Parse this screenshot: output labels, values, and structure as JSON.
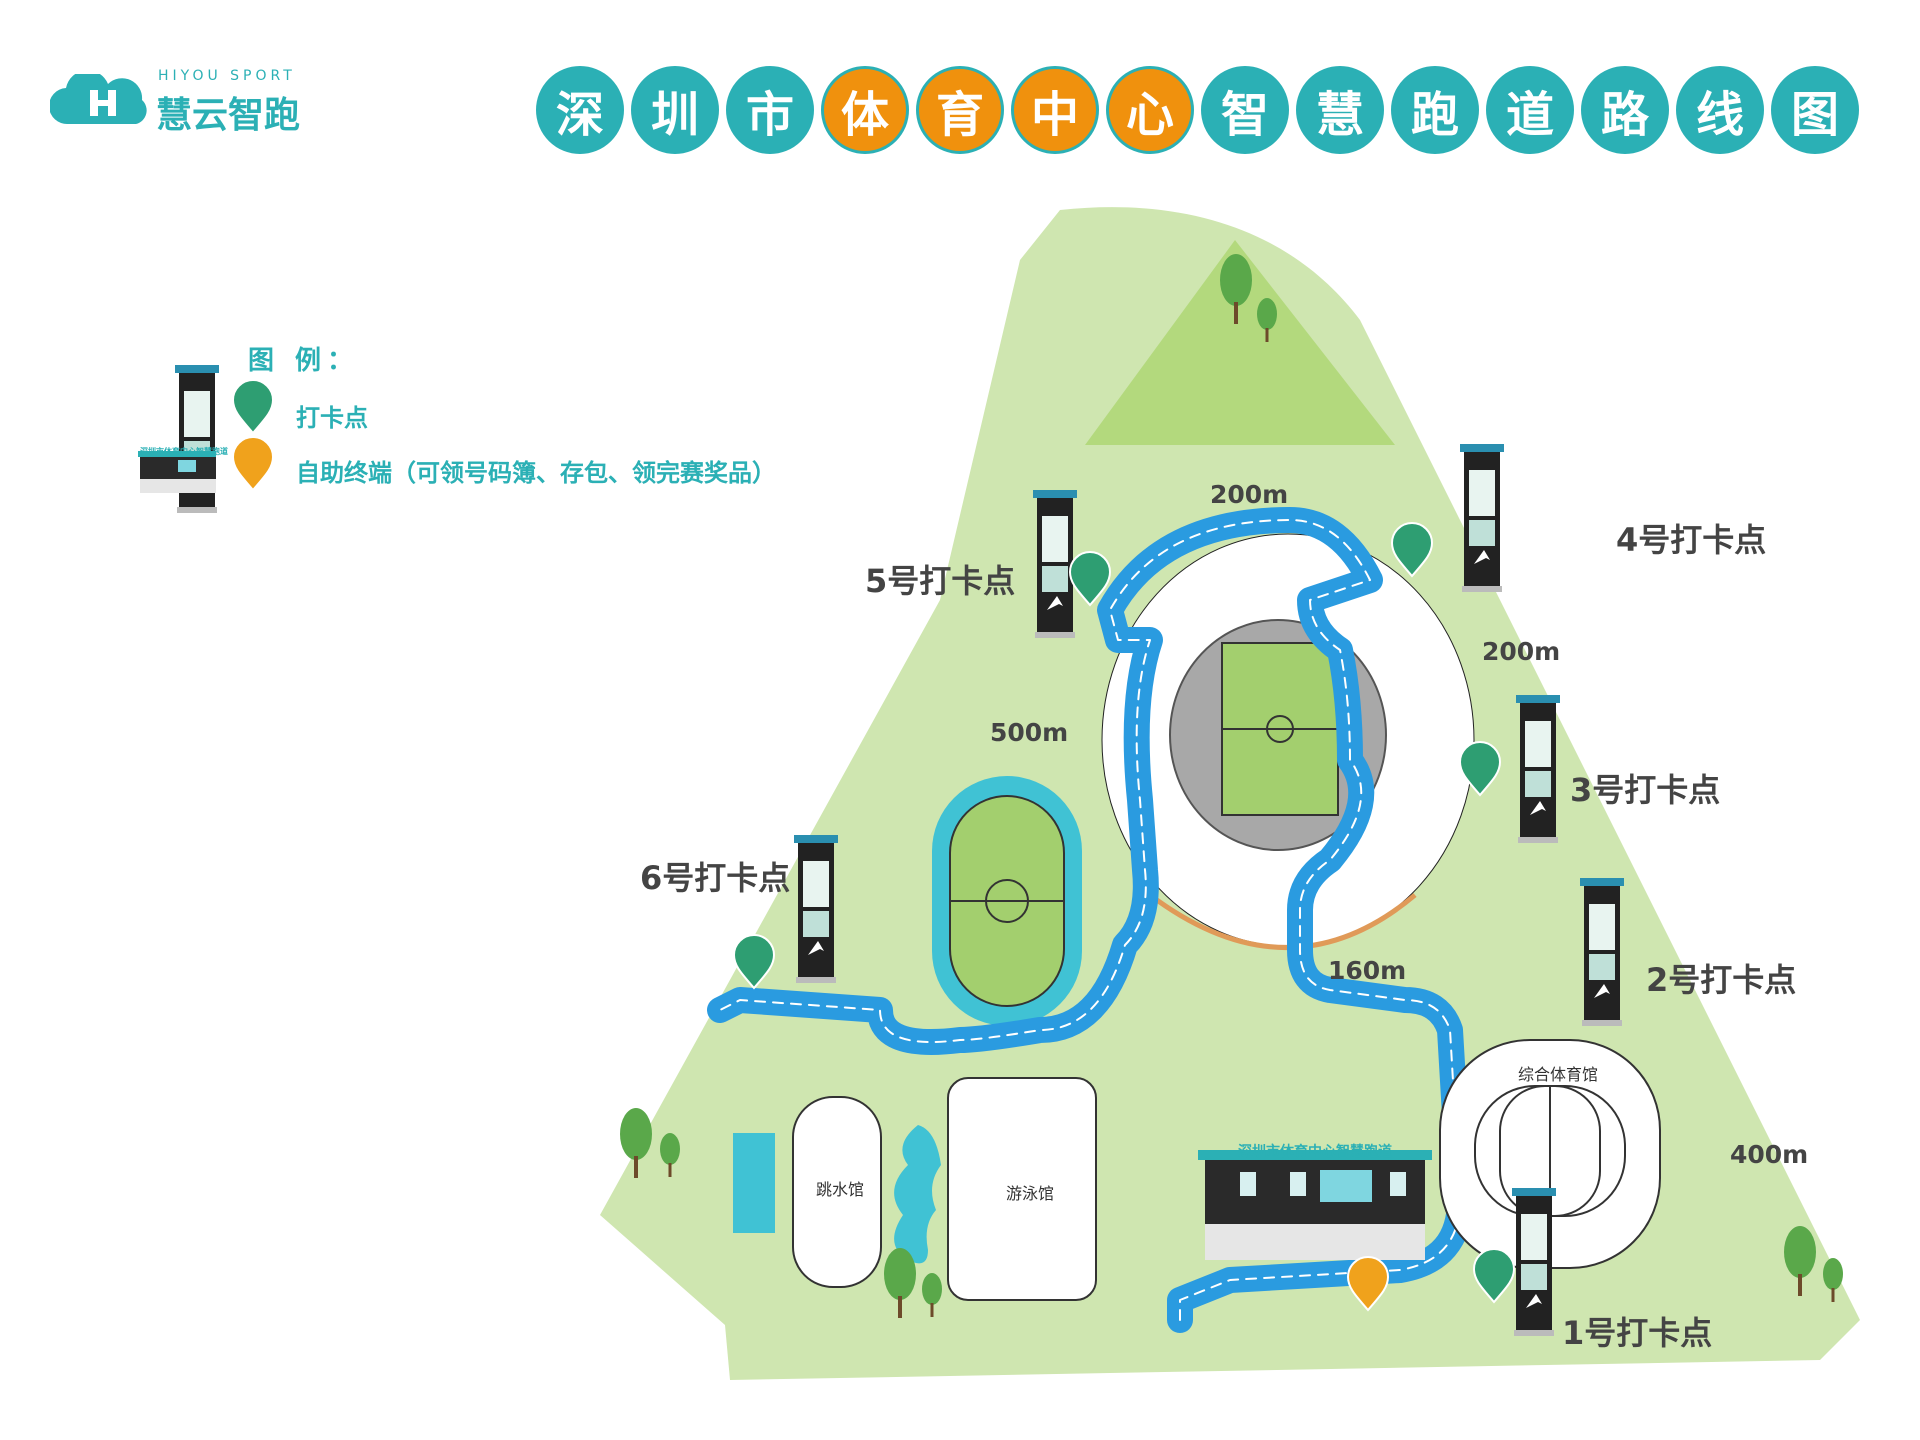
{
  "brand": {
    "english": "HIYOU SPORT",
    "chinese": "慧云智跑"
  },
  "title_chars": [
    {
      "char": "深",
      "style": "teal"
    },
    {
      "char": "圳",
      "style": "teal"
    },
    {
      "char": "市",
      "style": "teal"
    },
    {
      "char": "体",
      "style": "orange"
    },
    {
      "char": "育",
      "style": "orange"
    },
    {
      "char": "中",
      "style": "orange"
    },
    {
      "char": "心",
      "style": "orange"
    },
    {
      "char": "智",
      "style": "teal"
    },
    {
      "char": "慧",
      "style": "teal"
    },
    {
      "char": "跑",
      "style": "teal"
    },
    {
      "char": "道",
      "style": "teal"
    },
    {
      "char": "路",
      "style": "teal"
    },
    {
      "char": "线",
      "style": "teal"
    },
    {
      "char": "图",
      "style": "teal"
    }
  ],
  "legend": {
    "title": "图 例：",
    "checkpoint_label": "打卡点",
    "terminal_label": "自助终端（可领号码簿、存包、领完赛奖品）",
    "kiosk_banner": "深圳市体育中心智慧跑道"
  },
  "checkpoints": [
    "1号打卡点",
    "2号打卡点",
    "3号打卡点",
    "4号打卡点",
    "5号打卡点",
    "6号打卡点"
  ],
  "distances": [
    "200m",
    "200m",
    "500m",
    "160m",
    "400m"
  ],
  "venues": {
    "gym": "综合体育馆",
    "diving": "跳水馆",
    "swimming": "游泳馆"
  },
  "colors": {
    "teal": "#2bb0b5",
    "orange": "#f0910d",
    "grass": "#cfe6b0",
    "grass_dark": "#b3d97d",
    "route": "#2a9be0",
    "pin_green": "#2e9e72",
    "pin_orange": "#f0a21c"
  }
}
